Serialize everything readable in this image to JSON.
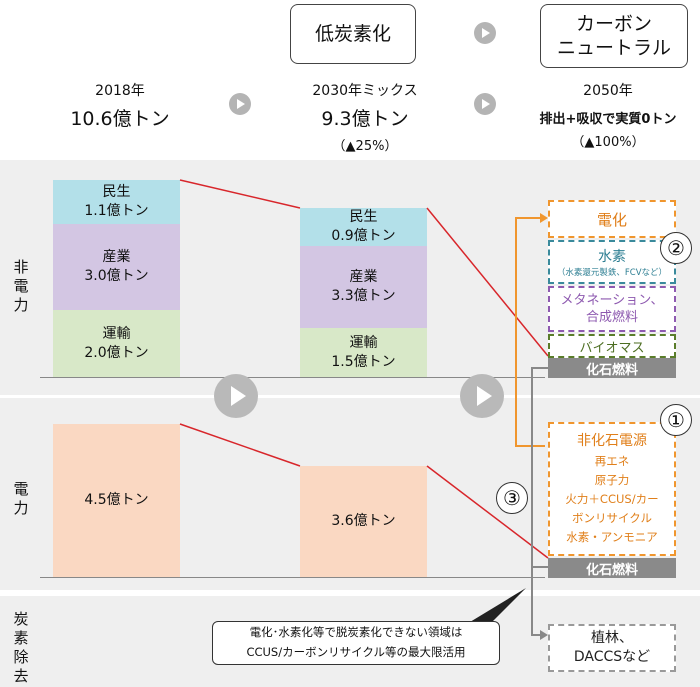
{
  "phases": {
    "low_carbon": "低炭素化",
    "neutral_line1": "カーボン",
    "neutral_line2": "ニュートラル"
  },
  "columns": [
    {
      "year": "2018年",
      "amount": "10.6億トン",
      "change": ""
    },
    {
      "year": "2030年ミックス",
      "amount": "9.3億トン",
      "change": "（▲25%）"
    },
    {
      "year": "2050年",
      "amount": "排出+吸収で実質0トン",
      "change": "（▲100%）"
    }
  ],
  "rows": {
    "non_power": "非電力",
    "power": "電力",
    "removal": "炭素除去"
  },
  "bars_2018": {
    "minsei_name": "民生",
    "minsei_value": "1.1億トン",
    "sangyo_name": "産業",
    "sangyo_value": "3.0億トン",
    "unyu_name": "運輸",
    "unyu_value": "2.0億トン",
    "power_value": "4.5億トン"
  },
  "bars_2030": {
    "minsei_name": "民生",
    "minsei_value": "0.9億トン",
    "sangyo_name": "産業",
    "sangyo_value": "3.3億トン",
    "unyu_name": "運輸",
    "unyu_value": "1.5億トン",
    "power_value": "3.6億トン"
  },
  "nonpower_2050": {
    "electrification": "電化",
    "hydrogen": "水素",
    "hydrogen_note": "（水素還元製鉄、FCVなど）",
    "methanation_line1": "メタネーション、",
    "methanation_line2": "合成燃料",
    "biomass": "バイオマス",
    "fossil": "化石燃料"
  },
  "power_2050": {
    "title": "非化石電源",
    "item1": "再エネ",
    "item2": "原子力",
    "item3": "火力＋CCUS/カー",
    "item4": "ボンリサイクル",
    "item5": "水素・アンモニア",
    "fossil": "化石燃料"
  },
  "removal_2050": {
    "line1": "植林、",
    "line2": "DACCSなど"
  },
  "markers": {
    "one": "①",
    "two": "②",
    "three": "③"
  },
  "callout": {
    "line1": "電化･水素化等で脱炭素化できない領域は",
    "line2": "CCUS/カーボンリサイクル等の最大限活用"
  },
  "colors": {
    "minsei": "#b3e0e9",
    "sangyo": "#d3c6e3",
    "unyu": "#d8e8c8",
    "power": "#fad8c2",
    "orange": "#f0962e",
    "teal": "#3a8a9c",
    "purple": "#8e5ab0",
    "green": "#5a7d2a",
    "red_line": "#d8262b",
    "fossil_gray": "#8a8a8a"
  }
}
